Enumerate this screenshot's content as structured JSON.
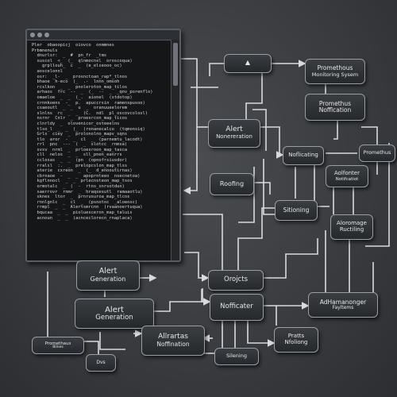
{
  "terminal": {
    "lines": [
      "Pler  obaoopicj  oiovco  onmmnes",
      "Prbmnenuls",
      "  dnurlsr:  _  #  pn_fr  _tms",
      "  suscol  <_  (_  qlnmocnsl  oroscoqua)",
      "    grpllouh_  c  _  (e_elseooo_oc)",
      "  aoscelonnl",
      "  osr:  _l-  _  prosnctoan_rap*_tlnos",
      "  bhaoe  h-eco  (_  .-  lnnn_omsoh",
      "  rcslkon  _  _  pnoleroton_map_tilos",
      "  arhaos  frc  --  _  (_  --  _  _qnv_porenflo)",
      "  omaeloe  _  _  (_.  aionel  (stdotop)",
      "  crnnkoens  -_  p.  apuccrsin  ramenspusoo)",
      "  csaeoutl  _  _  u  _  oranuueelorem",
      "  slnlns  rc  _  _  (C.  ndl  pl_oscovcolosl)",
      "  nsrnr  Cnlr  _  proesrcon_map_ticos",
      "  clnrldy  _  olovenicor_osteeelns",
      "  tlso_l  _  _  (_  (ronanecalco  (tqmonsiq)",
      "  Grls  ciey  _  prolonolno_mapv_sqns",
      "  tlo  aror  -  _  cl  _  (parnemtu_lacodt)",
      "  rrl  pnc  ---  (  _  slotcc  rnmsa)",
      "  svsv  nrml  _  prloesroon_map_tasca",
      "  cll  nelos  _  _  sll_pnen_eanrrs",
      "  cclosas  _  _  (pn  (opnofrsiusdor)",
      "  rralsl  :.  _  prelopcslon_map_tlss",
      "  aterie  cxreon  _  (_  d_enooutirnas)",
      "  cbrnaoe  -  _  _  apoprnteeo  nsecnetoa)",
      "  kgflnnocl  _  _  prlecnsteon_map_tsos",
      "  ormotalc  _  (  -  rtns_snrsotdun)",
      "  saerrovr  rnmr  _  hraqsesutl  ramaaotlu)",
      "  sknes  ltor  _  prnrusuroa_map_tlcos",
      "  rnnlgnlc  _  cl  _  (psnotoc  _aloeosc)",
      "  rrmpl  _  _  Alertsmrcnn  (rvaanoertuqua)",
      "  bqucaa  _  _  pioluesceron_map_taluis",
      "  acnoun  _  _  (acnceclorecn_rnaplaca)"
    ]
  },
  "nodes": {
    "warning": {
      "label": ""
    },
    "prometheus_monitoring": {
      "line1": "Promethous",
      "line2": "Monitoring Sysem"
    },
    "prometheus_notification": {
      "line1": "Promethus",
      "line2": "Nofflcation"
    },
    "alert_generation_top": {
      "line1": "Alert",
      "line2": "Nonereration"
    },
    "notificating": {
      "label": "Noflicating"
    },
    "prometheus_small": {
      "label": "Promethus"
    },
    "routing": {
      "label": "Roofing"
    },
    "alertmanager_small": {
      "line1": "Aolfonter",
      "line2": "Notifcatiot"
    },
    "silencing": {
      "label": "Sitioning"
    },
    "alertmanager_right": {
      "line1": "Aloromage",
      "line2": "Ructiling"
    },
    "alert_generation_mid": {
      "line1": "Alert",
      "line2": "Generation"
    },
    "outputs": {
      "label": "Orojcts"
    },
    "notification_center": {
      "label": "Nofficater"
    },
    "alert_generation_low": {
      "line1": "Alert",
      "line2": "Generation"
    },
    "alertmanager_bottom": {
      "line1": "AdHamanonger",
      "line2": "Fayltems"
    },
    "prometheus_bottom": {
      "line1": "Promethaus",
      "line2": "Bilnes"
    },
    "alertas_notification": {
      "line1": "Allrartas",
      "line2": "Noffination"
    },
    "pratts_notifying": {
      "line1": "Pratts",
      "line2": "Nfoliong"
    },
    "silencing_bottom": {
      "label": "Silening"
    },
    "dvs": {
      "label": "Dvs"
    }
  }
}
